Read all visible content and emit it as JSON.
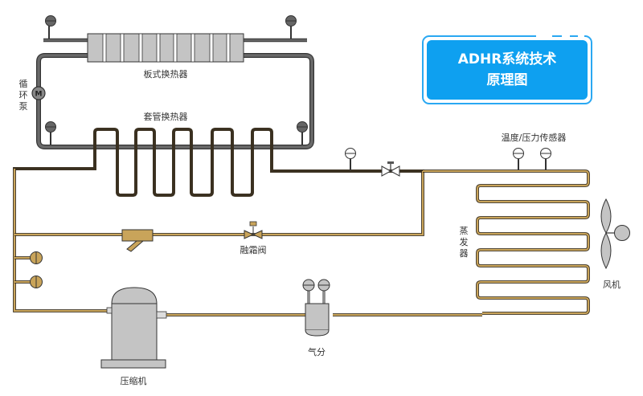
{
  "title": {
    "line1": "ADHR系统技术",
    "line2": "原理图"
  },
  "labels": {
    "plate_heat_exchanger": "板式换热器",
    "circulation_pump": [
      "循",
      "环",
      "泵"
    ],
    "pump_symbol": "M",
    "tube_heat_exchanger": "套管换热器",
    "temp_pressure_sensor": "温度/压力传感器",
    "evaporator": [
      "蒸",
      "发",
      "器"
    ],
    "fan": "风机",
    "defrost_valve": "融霜阀",
    "gas_separator": "气分",
    "compressor": "压缩机"
  },
  "colors": {
    "accent": "#0ea0f0",
    "refrigerant_pipe": "#b8954a",
    "water_pipe": "#555555",
    "component_fill": "#c4c4c4",
    "outline": "#333333"
  }
}
